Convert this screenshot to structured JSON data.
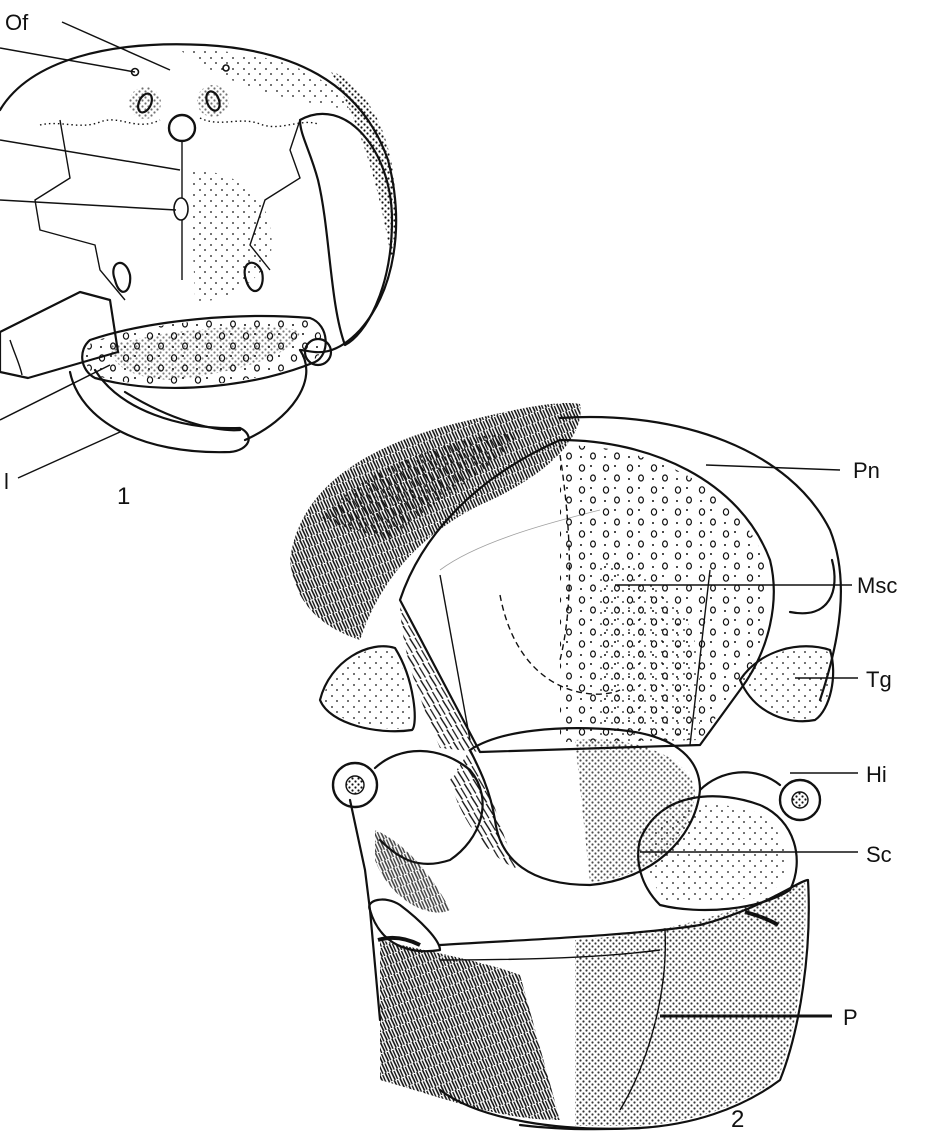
{
  "figure1": {
    "number": "1",
    "labels": {
      "of": "Of",
      "l": "l"
    }
  },
  "figure2": {
    "number": "2",
    "labels": {
      "pn": "Pn",
      "msc": "Msc",
      "tg": "Tg",
      "hi": "Hi",
      "sc": "Sc",
      "p": "P"
    }
  }
}
